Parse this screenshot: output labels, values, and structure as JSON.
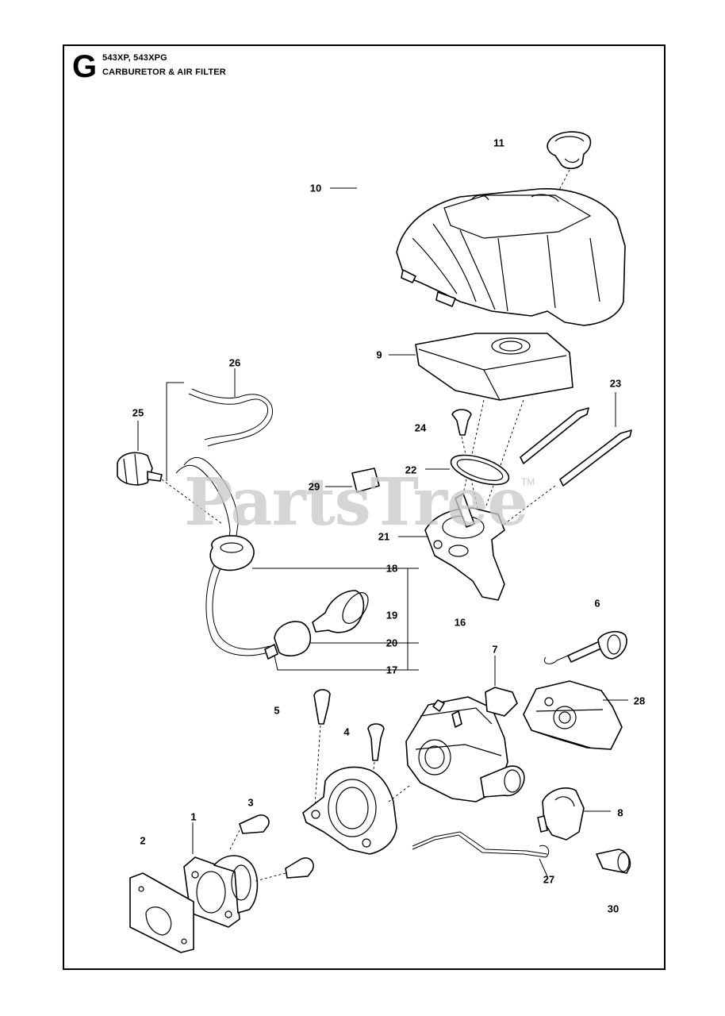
{
  "header": {
    "section_letter": "G",
    "models": "543XP, 543XPG",
    "title": "CARBURETOR & AIR FILTER"
  },
  "watermark": {
    "text": "PartsTree",
    "tm": "TM"
  },
  "callouts": {
    "c1": "1",
    "c2": "2",
    "c3": "3",
    "c4": "4",
    "c5": "5",
    "c6": "6",
    "c7": "7",
    "c8": "8",
    "c9": "9",
    "c10": "10",
    "c11": "11",
    "c16": "16",
    "c17": "17",
    "c18": "18",
    "c19": "19",
    "c20": "20",
    "c21": "21",
    "c22": "22",
    "c23": "23",
    "c24": "24",
    "c25": "25",
    "c26": "26",
    "c27": "27",
    "c28": "28",
    "c29": "29",
    "c30": "30"
  }
}
